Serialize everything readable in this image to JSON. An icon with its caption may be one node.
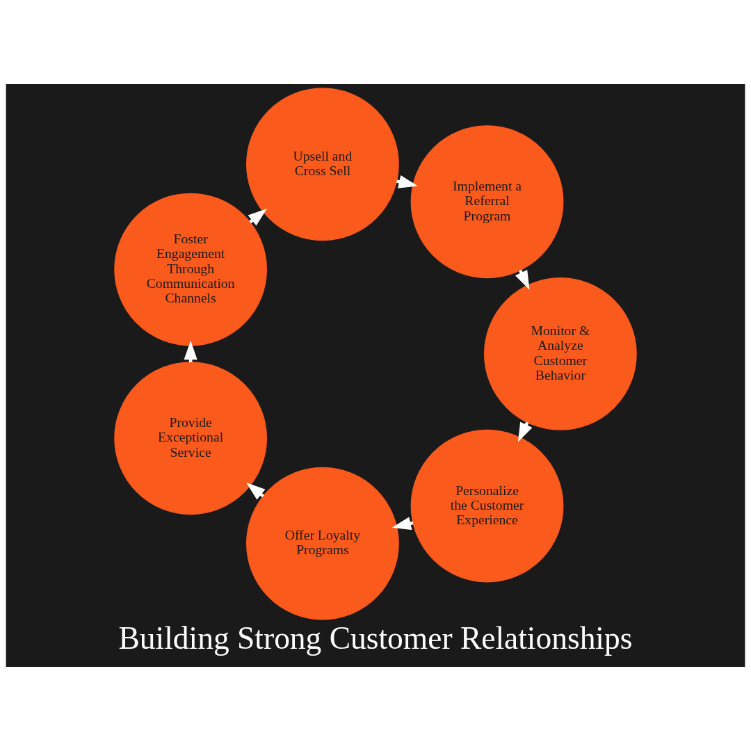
{
  "diagram": {
    "title": "Building Strong Customer Relationships",
    "nodes": [
      {
        "text": [
          "Personalize the Customer Experience"
        ]
      },
      {
        "text": [
          "Offer Loyalty Programs"
        ]
      },
      {
        "text": [
          "Provide Exceptional Service"
        ]
      },
      {
        "text": [
          "Foster Engagement Through Communication Channels"
        ]
      },
      {
        "text": [
          "Upsell and Cross Sell"
        ]
      },
      {
        "text": [
          "Implement a Referral Program"
        ]
      },
      {
        "text": [
          "Monitor & Analyze Customer Behavior"
        ]
      }
    ],
    "edges": [
      {
        "from": 0,
        "to": 1,
        "arrow": "to"
      },
      {
        "from": 1,
        "to": 2,
        "arrow": "to"
      },
      {
        "from": 2,
        "to": 3,
        "arrow": "to"
      },
      {
        "from": 3,
        "to": 4,
        "arrow": "to"
      },
      {
        "from": 4,
        "to": 5,
        "arrow": "to"
      },
      {
        "from": 5,
        "to": 6,
        "arrow": "to"
      },
      {
        "from": 6,
        "to": 0,
        "arrow": "to"
      }
    ]
  }
}
